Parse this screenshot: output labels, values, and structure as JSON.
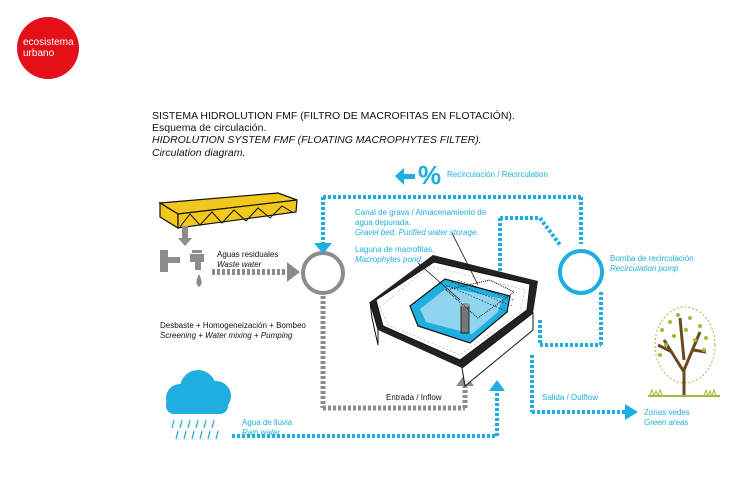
{
  "logo": {
    "line1": "ecosistema",
    "line2": "urbano",
    "color": "#e3101a"
  },
  "title": {
    "es_line1": "SISTEMA HIDROLUTION FMF (FILTRO DE MACROFITAS EN FLOTACIÓN).",
    "es_line2": "Esquema de circulación.",
    "en_line1": "HIDROLUTION SYSTEM FMF (FLOATING MACROPHYTES FILTER).",
    "en_line2": "Circulation diagram."
  },
  "labels": {
    "recirculation": "Recirculación / Recirculation",
    "percent_symbol": "%",
    "waste_es": "Aguas residuales",
    "waste_en": "Waste water",
    "gravel_es_1": "Canal de grava / Almacenamiento de",
    "gravel_es_2": "agua depurada.",
    "gravel_en": "Gravel bed. Purified water storage.",
    "lagoon_es": "Laguna de macrofitas.",
    "lagoon_en": "Macrophytes pond.",
    "pump_es": "Bomba de recirculación",
    "pump_en": "Recirculation pump",
    "screening_es": "Desbaste + Homogeneización + Bombeo",
    "screening_en": "Screening + Water mixing + Pumping",
    "inflow": "Entrada / Inflow",
    "outflow": "Salida / Outflow",
    "green_es": "Zonas vedes",
    "green_en": "Green areas",
    "rain_es": "Agua de lluvia",
    "rain_en": "Rain water"
  },
  "colors": {
    "blue": "#1eaee0",
    "gray": "#8c8c8c",
    "yellow": "#f2c81c",
    "dark": "#111111",
    "pond": "#1eaee0"
  }
}
